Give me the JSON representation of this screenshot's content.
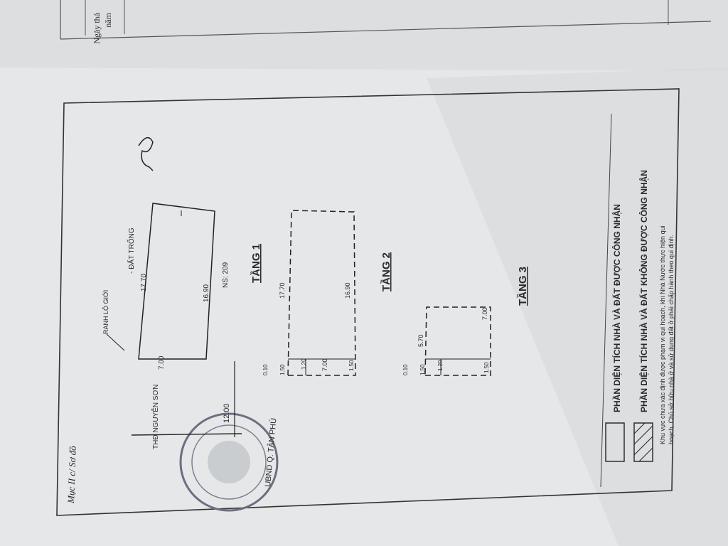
{
  "header": {
    "date_label_line1": "Ngày thá",
    "date_label_line2": "năm"
  },
  "section_title": "Mục II c/ Sơ đồ",
  "stamp": {
    "text": "UBND Q. TÂN PHÚ"
  },
  "street": {
    "name": "THĐ NGUYỄN SƠN",
    "width": "12.00"
  },
  "boundary_label": "RANH LỘ GIỚI",
  "vacant_land_label": "- ĐẤT TRỐNG",
  "lot": {
    "length_top": "17.70",
    "length_bottom": "16.90",
    "width": "7.00",
    "number_label": "NS: 209"
  },
  "floors": [
    {
      "title": "TẦNG 1",
      "length_top": "17.70",
      "length_bottom": "16.90",
      "width": "7.00",
      "setback": "0.10",
      "dim_a": "1.50",
      "dim_b": "1.20",
      "dim_c": "1.50"
    },
    {
      "title": "TẦNG 2",
      "length_top": "5.70",
      "width": "7.00",
      "setback": "0.10",
      "dim_a": "1.50",
      "dim_b": "1.20",
      "dim_c": "1.50"
    },
    {
      "title": "TẦNG 3"
    }
  ],
  "legend": [
    {
      "text": "PHẦN DIỆN TÍCH  NHÀ VÀ ĐẤT ĐƯỢC CÔNG NHẬN",
      "style": "blank"
    },
    {
      "text": "PHẦN DIỆN TÍCH  NHÀ VÀ ĐẤT KHÔNG ĐƯỢC CÔNG NHẬN",
      "style": "hatched"
    }
  ],
  "note_line1": "Khu vực chưa xác định được phạm vi qui hoạch, khi Nhà Nước thực hiện qui",
  "note_line2": "hoạch, Chủ sở hữu nhà ở và sử dụng đất ở phải chấp hành theo qui định."
}
